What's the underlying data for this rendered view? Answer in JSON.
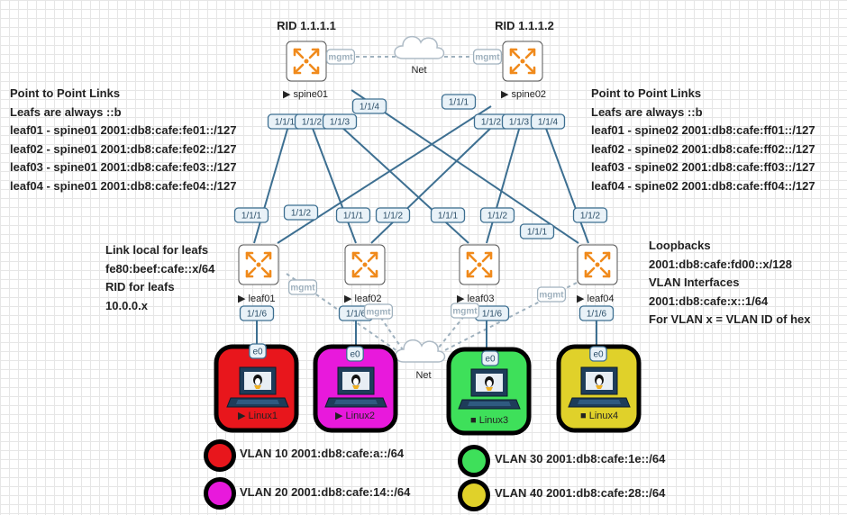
{
  "notes": {
    "left": [
      "Point to Point Links",
      "Leafs are always ::b",
      "leaf01 - spine01 2001:db8:cafe:fe01::/127",
      "leaf02 - spine01 2001:db8:cafe:fe02::/127",
      "leaf03 - spine01 2001:db8:cafe:fe03::/127",
      "leaf04 - spine01 2001:db8:cafe:fe04::/127"
    ],
    "right": [
      "Point to Point Links",
      "Leafs are always ::b",
      "leaf01 - spine02 2001:db8:cafe:ff01::/127",
      "leaf02 - spine02 2001:db8:cafe:ff02::/127",
      "leaf03 - spine02 2001:db8:cafe:ff03::/127",
      "leaf04 - spine02 2001:db8:cafe:ff04::/127"
    ],
    "linklocal": [
      "Link local for leafs",
      "fe80:beef:cafe::x/64",
      "RID for leafs",
      "10.0.0.x"
    ],
    "loopbacks": [
      "Loopbacks",
      "2001:db8:cafe:fd00::x/128",
      "VLAN Interfaces",
      "2001:db8:cafe:x::1/64",
      "For VLAN x = VLAN ID of hex"
    ]
  },
  "spines": [
    {
      "name": "spine01",
      "rid": "RID 1.1.1.1"
    },
    {
      "name": "spine02",
      "rid": "RID 1.1.1.2"
    }
  ],
  "leafs": [
    "leaf01",
    "leaf02",
    "leaf03",
    "leaf04"
  ],
  "hosts": [
    {
      "name": "Linux1",
      "color": "#e8161c",
      "state": "▶"
    },
    {
      "name": "Linux2",
      "color": "#e819dc",
      "state": "▶"
    },
    {
      "name": "Linux3",
      "color": "#3ee05a",
      "state": "■"
    },
    {
      "name": "Linux4",
      "color": "#e0d12a",
      "state": "■"
    }
  ],
  "clouds": {
    "top": "Net",
    "bottom": "Net"
  },
  "mgmt_label": "mgmt",
  "host_iface": "e0",
  "ifaces": {
    "spine01": [
      "1/1/1",
      "1/1/2",
      "1/1/3",
      "1/1/4"
    ],
    "spine02": [
      "1/1/1",
      "1/1/2",
      "1/1/3",
      "1/1/4"
    ],
    "leaf_up": [
      "1/1/1",
      "1/1/2",
      "1/1/1",
      "1/1/2",
      "1/1/1",
      "1/1/2",
      "1/1/1",
      "1/1/2"
    ],
    "leaf_down": [
      "1/1/6",
      "1/1/6",
      "1/1/6",
      "1/1/6"
    ]
  },
  "legend": [
    {
      "text": "VLAN 10 2001:db8:cafe:a::/64",
      "color": "#e8161c"
    },
    {
      "text": "VLAN 20 2001:db8:cafe:14::/64",
      "color": "#e819dc"
    },
    {
      "text": "VLAN 30 2001:db8:cafe:1e::/64",
      "color": "#3ee05a"
    },
    {
      "text": "VLAN 40 2001:db8:cafe:28::/64",
      "color": "#e0d12a"
    }
  ],
  "colors": {
    "link": "#3d6f91",
    "mgmt": "#9fb1be",
    "router": "#f08a1c"
  }
}
